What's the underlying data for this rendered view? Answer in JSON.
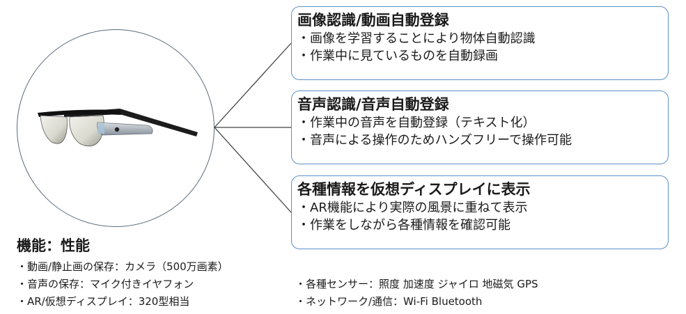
{
  "features": [
    {
      "title": "画像認識/動画自動登録",
      "items": [
        "・画像を学習することにより物体自動認識",
        "・作業中に見ているものを自動録画"
      ]
    },
    {
      "title": "音声認識/音声自動登録",
      "items": [
        "・作業中の音声を自動登録（テキスト化）",
        "・音声による操作のためハンズフリーで操作可能"
      ]
    },
    {
      "title": "各種情報を仮想ディスプレイに表示",
      "items": [
        "・AR機能により実際の風景に重ねて表示",
        "・作業をしながら各種情報を確認可能"
      ]
    }
  ],
  "specs": {
    "title": "機能：性能",
    "left": [
      "・動画/静止画の保存：カメラ（500万画素）",
      "・音声の保存：マイク付きイヤフォン",
      "・AR/仮想ディスプレイ：320型相当"
    ],
    "right": [
      "・各種センサー：照度 加速度 ジャイロ 地磁気 GPS",
      "・ネットワーク/通信：Wi-Fi Bluetooth"
    ]
  },
  "colors": {
    "box_border": "#5b8fc9",
    "circle_border": "#5a6a7a",
    "connector": "#404040"
  }
}
